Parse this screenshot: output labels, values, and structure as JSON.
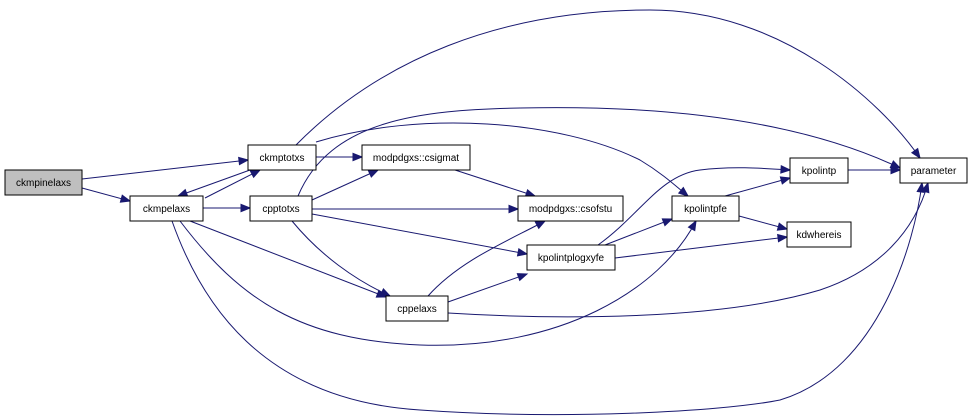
{
  "nodes": {
    "ckmpinelaxs": "ckmpinelaxs",
    "ckmpelaxs": "ckmpelaxs",
    "ckmptotxs": "ckmptotxs",
    "cpptotxs": "cpptotxs",
    "modpdgxs_csigmat": "modpdgxs::csigmat",
    "modpdgxs_csofstu": "modpdgxs::csofstu",
    "kpolintplogxyfe": "kpolintplogxyfe",
    "cppelaxs": "cppelaxs",
    "kpolintpfe": "kpolintpfe",
    "kpolintp": "kpolintp",
    "kdwhereis": "kdwhereis",
    "parameter": "parameter"
  },
  "edges": [
    [
      "ckmpinelaxs",
      "ckmptotxs"
    ],
    [
      "ckmpinelaxs",
      "ckmpelaxs"
    ],
    [
      "ckmpelaxs",
      "ckmptotxs"
    ],
    [
      "ckmptotxs",
      "ckmpelaxs"
    ],
    [
      "ckmpelaxs",
      "cpptotxs"
    ],
    [
      "ckmpelaxs",
      "cppelaxs"
    ],
    [
      "ckmpelaxs",
      "kpolintpfe"
    ],
    [
      "ckmpelaxs",
      "parameter"
    ],
    [
      "ckmptotxs",
      "modpdgxs_csigmat"
    ],
    [
      "ckmptotxs",
      "kpolintpfe"
    ],
    [
      "ckmptotxs",
      "parameter"
    ],
    [
      "cpptotxs",
      "modpdgxs_csigmat"
    ],
    [
      "cpptotxs",
      "modpdgxs_csofstu"
    ],
    [
      "cpptotxs",
      "kpolintplogxyfe"
    ],
    [
      "cpptotxs",
      "cppelaxs"
    ],
    [
      "cpptotxs",
      "parameter"
    ],
    [
      "modpdgxs_csigmat",
      "modpdgxs_csofstu"
    ],
    [
      "cppelaxs",
      "modpdgxs_csofstu"
    ],
    [
      "cppelaxs",
      "kpolintplogxyfe"
    ],
    [
      "cppelaxs",
      "parameter"
    ],
    [
      "kpolintplogxyfe",
      "kpolintpfe"
    ],
    [
      "kpolintplogxyfe",
      "kpolintp"
    ],
    [
      "kpolintplogxyfe",
      "kdwhereis"
    ],
    [
      "kpolintpfe",
      "kpolintp"
    ],
    [
      "kpolintpfe",
      "kdwhereis"
    ],
    [
      "kpolintp",
      "parameter"
    ]
  ]
}
